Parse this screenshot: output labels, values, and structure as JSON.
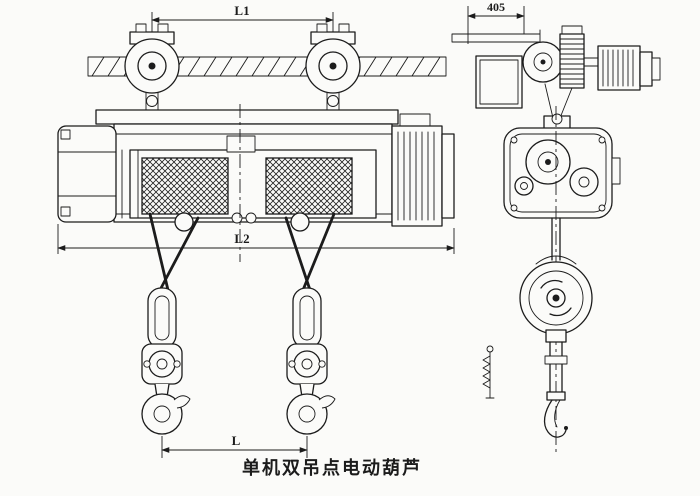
{
  "drawing": {
    "title": "单机双吊点电动葫芦"
  },
  "dimensions": {
    "l1": "L1",
    "l2": "L2",
    "l": "L",
    "side_top": "405"
  },
  "colors": {
    "ink": "#1c1c1c",
    "paper": "#fbfbf9"
  }
}
